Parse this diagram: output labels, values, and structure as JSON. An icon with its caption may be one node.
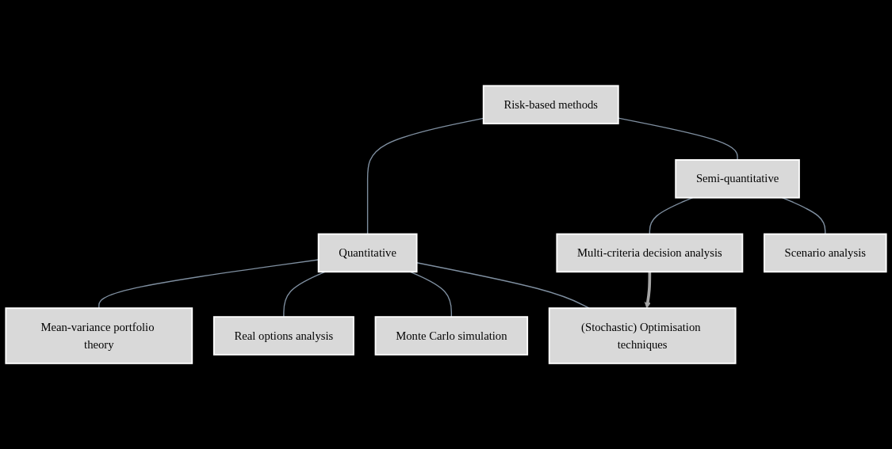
{
  "diagram": {
    "nodes": [
      {
        "text": [
          "Risk-based methods"
        ]
      },
      {
        "text": [
          "Quantitative"
        ]
      },
      {
        "text": [
          "Semi-quantitative"
        ]
      },
      {
        "text": [
          "Mean-variance portfolio theory"
        ]
      },
      {
        "text": [
          "Real options analysis"
        ]
      },
      {
        "text": [
          "Monte Carlo simulation"
        ]
      },
      {
        "text": [
          "(Stochastic) Optimisation techniques"
        ]
      },
      {
        "text": [
          "Multi-criteria decision analysis"
        ]
      },
      {
        "text": [
          "Scenario analysis"
        ]
      }
    ],
    "edges": [
      {
        "from": 0,
        "to": 1,
        "arrow": "none"
      },
      {
        "from": 0,
        "to": 2,
        "arrow": "none"
      },
      {
        "from": 1,
        "to": 3,
        "arrow": "none"
      },
      {
        "from": 1,
        "to": 4,
        "arrow": "none"
      },
      {
        "from": 1,
        "to": 5,
        "arrow": "none"
      },
      {
        "from": 1,
        "to": 6,
        "arrow": "none"
      },
      {
        "from": 2,
        "to": 7,
        "arrow": "none"
      },
      {
        "from": 2,
        "to": 8,
        "arrow": "none"
      },
      {
        "from": 7,
        "to": 6,
        "arrow": "to",
        "style": "thick",
        "color": "#a6a6a6"
      }
    ]
  }
}
